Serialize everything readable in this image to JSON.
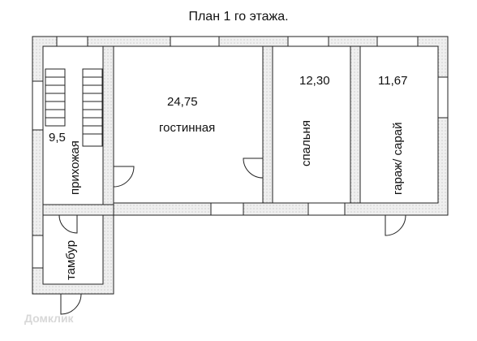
{
  "plan": {
    "title": "План 1 го этажа.",
    "rooms": [
      {
        "name": "прихожая",
        "area": "9,5"
      },
      {
        "name": "гостинная",
        "area": "24,75"
      },
      {
        "name": "спальня",
        "area": "12,30"
      },
      {
        "name": "гараж/ сарай",
        "area": "11,67"
      },
      {
        "name": "тамбур",
        "area": ""
      }
    ],
    "wall_fill": "#ececec",
    "wall_stroke": "#222222",
    "watermark": "Домклик"
  }
}
